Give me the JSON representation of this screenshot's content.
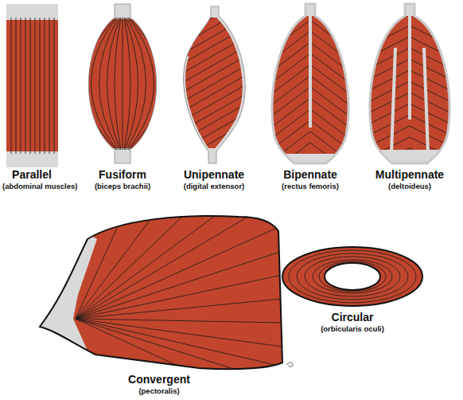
{
  "diagram": {
    "labels": [
      "Parallel",
      "(abdominal muscles)",
      "Fusiform",
      "(biceps brachii)",
      "Unipennate",
      "(digital extensor)",
      "Bipennate",
      "(rectus femoris)",
      "Multipennate",
      "(deltoideus)",
      "Convergent",
      "(pectoralis)",
      "Circular",
      "(orbicularis oculi)"
    ]
  }
}
